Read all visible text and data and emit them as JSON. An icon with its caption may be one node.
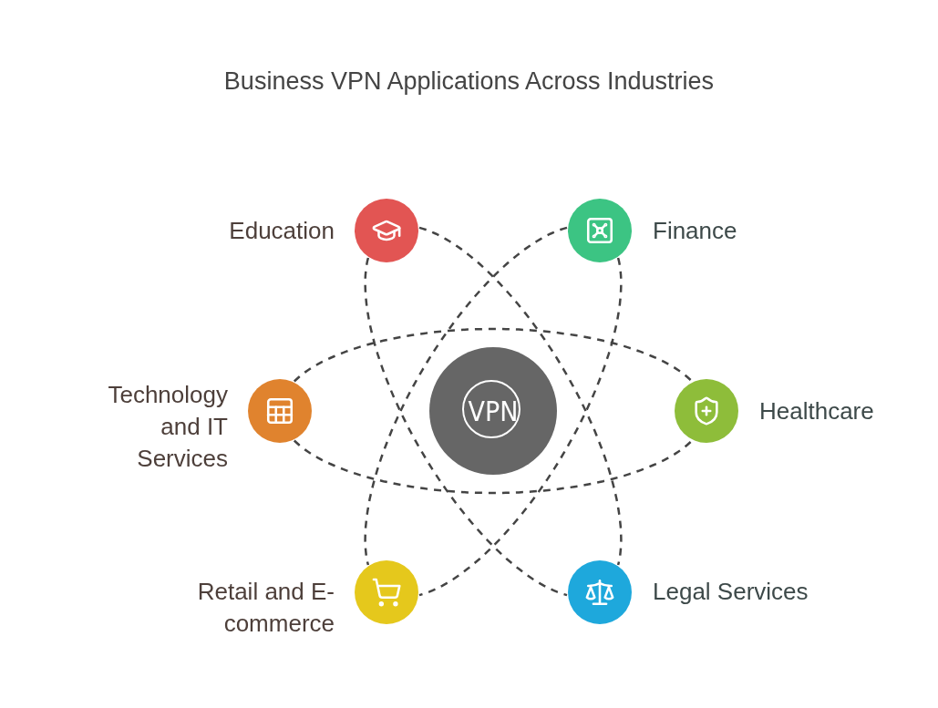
{
  "diagram": {
    "title": "Business VPN Applications Across Industries",
    "nodes": [
      {
        "text": [],
        "shape": "circle",
        "beside": [
          "Education"
        ]
      },
      {
        "text": [],
        "shape": "circle",
        "beside": [
          "Finance"
        ]
      },
      {
        "text": [],
        "shape": "circle",
        "beside": [
          "Technology and IT Services"
        ]
      },
      {
        "text": [
          "VPN"
        ]
      },
      {
        "text": [],
        "shape": "circle",
        "beside": [
          "Healthcare"
        ]
      },
      {
        "text": [],
        "shape": "circle",
        "beside": [
          "Retail and E-commerce"
        ]
      },
      {
        "text": [],
        "shape": "circle",
        "beside": [
          "Legal Services"
        ]
      }
    ],
    "edges": [
      {
        "from": 0,
        "to": 6,
        "arrow": "none",
        "style": "dashed"
      },
      {
        "from": 0,
        "to": 6,
        "arrow": "none",
        "style": "dashed"
      },
      {
        "from": 1,
        "to": 5,
        "arrow": "none",
        "style": "dashed"
      },
      {
        "from": 1,
        "to": 5,
        "arrow": "none",
        "style": "dashed"
      },
      {
        "from": 2,
        "to": 4,
        "arrow": "none",
        "style": "dashed"
      },
      {
        "from": 2,
        "to": 4,
        "arrow": "none",
        "style": "dashed"
      }
    ]
  }
}
